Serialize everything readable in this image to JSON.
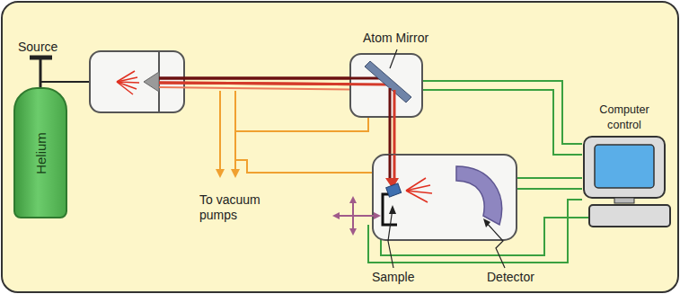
{
  "diagram": {
    "nodes": [
      {
        "text": [
          "Helium"
        ]
      },
      {
        "text": [
          "Computer control"
        ]
      }
    ],
    "labels": [
      "Source",
      "Atom Mirror",
      "To vacuum pumps",
      "Sample",
      "Detector"
    ]
  }
}
